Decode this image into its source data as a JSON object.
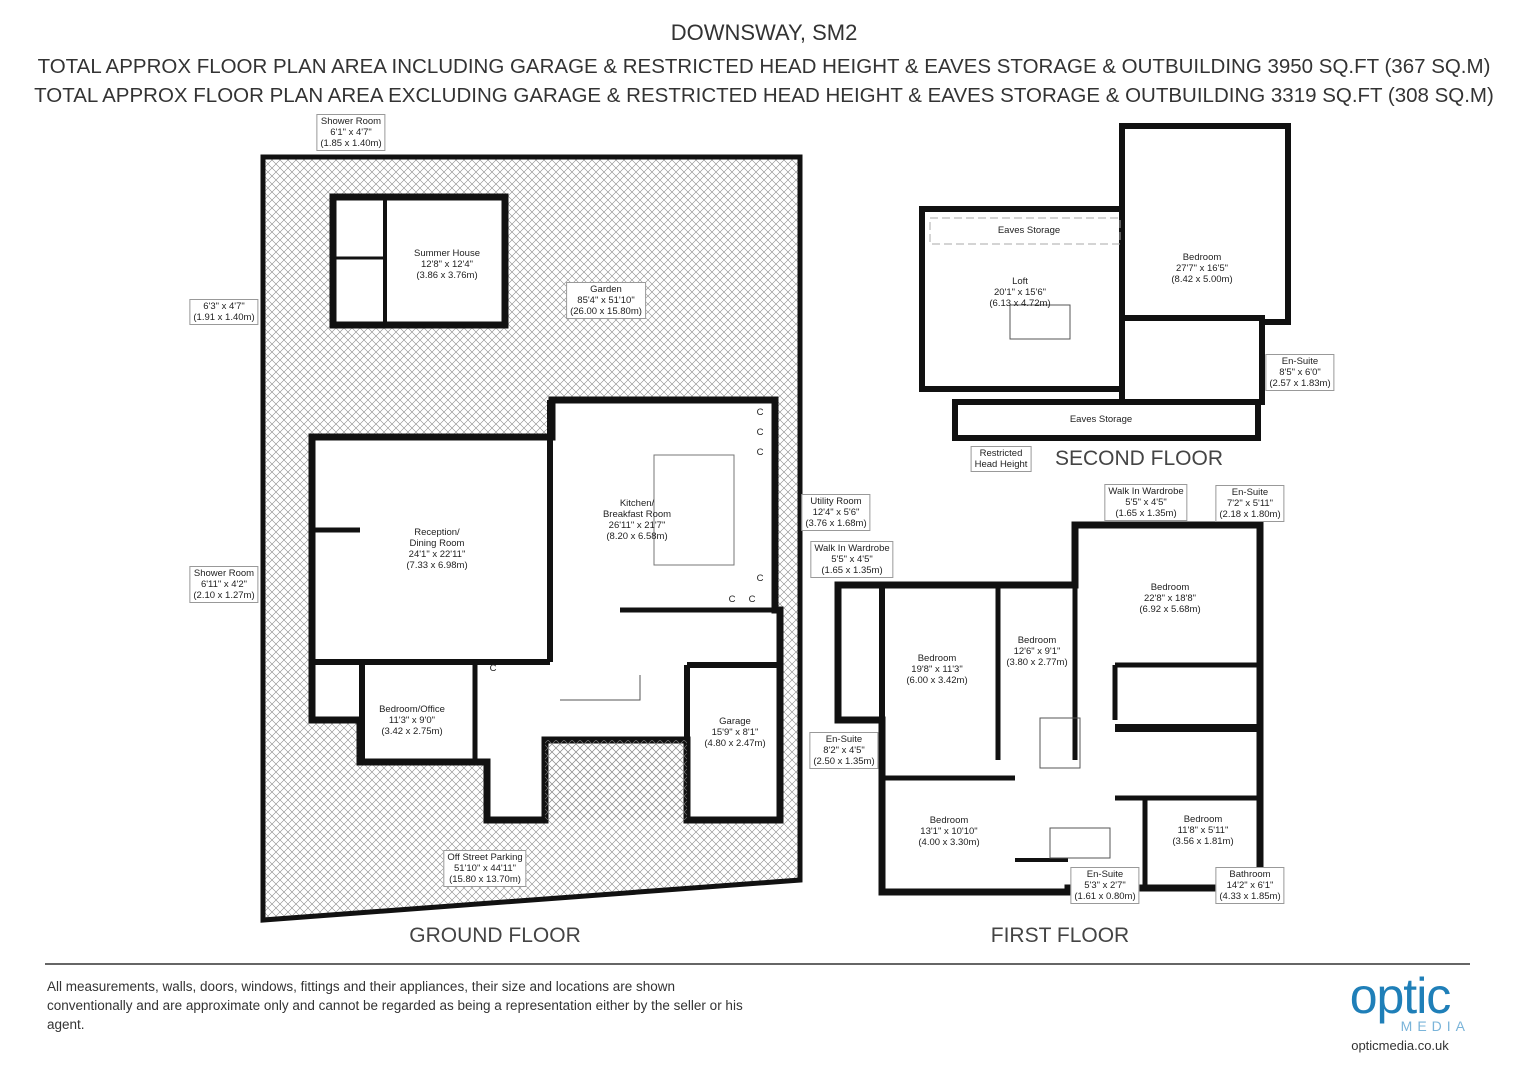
{
  "header": {
    "title": "DOWNSWAY, SM2",
    "line_including": "TOTAL APPROX FLOOR PLAN AREA INCLUDING GARAGE & RESTRICTED HEAD HEIGHT & EAVES STORAGE & OUTBUILDING 3950 SQ.FT (367 SQ.M)",
    "line_excluding": "TOTAL APPROX FLOOR PLAN AREA EXCLUDING GARAGE & RESTRICTED HEAD HEIGHT & EAVES STORAGE & OUTBUILDING 3319 SQ.FT (308 SQ.M)"
  },
  "floors": {
    "ground": "GROUND FLOOR",
    "first": "FIRST FLOOR",
    "second": "SECOND FLOOR"
  },
  "rooms": {
    "shower_room_sh": {
      "name": "Shower Room",
      "imperial": "6'1\" x 4'7\"",
      "metric": "(1.85 x 1.40m)"
    },
    "summer_house": {
      "name": "Summer House",
      "imperial": "12'8\" x 12'4\"",
      "metric": "(3.86 x 3.76m)"
    },
    "store_sh": {
      "imperial": "6'3\" x 4'7\"",
      "metric": "(1.91 x 1.40m)"
    },
    "garden": {
      "name": "Garden",
      "imperial": "85'4\" x 51'10\"",
      "metric": "(26.00 x 15.80m)"
    },
    "reception": {
      "name": "Reception/",
      "name2": "Dining Room",
      "imperial": "24'1\" x 22'11\"",
      "metric": "(7.33 x 6.98m)"
    },
    "kitchen": {
      "name": "Kitchen/",
      "name2": "Breakfast Room",
      "imperial": "26'11\" x 21'7\"",
      "metric": "(8.20 x 6.58m)"
    },
    "shower_room_gf": {
      "name": "Shower Room",
      "imperial": "6'11\" x 4'2\"",
      "metric": "(2.10 x 1.27m)"
    },
    "bedroom_office": {
      "name": "Bedroom/Office",
      "imperial": "11'3\" x 9'0\"",
      "metric": "(3.42 x 2.75m)"
    },
    "garage": {
      "name": "Garage",
      "imperial": "15'9\" x 8'1\"",
      "metric": "(4.80 x 2.47m)"
    },
    "utility": {
      "name": "Utility Room",
      "imperial": "12'4\" x 5'6\"",
      "metric": "(3.76 x 1.68m)"
    },
    "parking": {
      "name": "Off Street Parking",
      "imperial": "51'10\" x 44'11\"",
      "metric": "(15.80 x 13.70m)"
    },
    "loft": {
      "name": "Loft",
      "imperial": "20'1\" x 15'6\"",
      "metric": "(6.13 x 4.72m)"
    },
    "eaves_top": {
      "name": "Eaves Storage"
    },
    "eaves_bottom": {
      "name": "Eaves Storage"
    },
    "bedroom_2f": {
      "name": "Bedroom",
      "imperial": "27'7\" x 16'5\"",
      "metric": "(8.42 x 5.00m)"
    },
    "ensuite_2f": {
      "name": "En-Suite",
      "imperial": "8'5\" x 6'0\"",
      "metric": "(2.57 x 1.83m)"
    },
    "restricted": {
      "name": "Restricted",
      "name2": "Head Height"
    },
    "wiw_left": {
      "name": "Walk In Wardrobe",
      "imperial": "5'5\" x 4'5\"",
      "metric": "(1.65 x 1.35m)"
    },
    "wiw_right": {
      "name": "Walk In Wardrobe",
      "imperial": "5'5\" x 4'5\"",
      "metric": "(1.65 x 1.35m)"
    },
    "ensuite_top_right": {
      "name": "En-Suite",
      "imperial": "7'2\" x 5'11\"",
      "metric": "(2.18 x 1.80m)"
    },
    "bedroom_main": {
      "name": "Bedroom",
      "imperial": "22'8\" x 18'8\"",
      "metric": "(6.92 x 5.68m)"
    },
    "bedroom_19": {
      "name": "Bedroom",
      "imperial": "19'8\" x 11'3\"",
      "metric": "(6.00 x 3.42m)"
    },
    "bedroom_12": {
      "name": "Bedroom",
      "imperial": "12'6\" x 9'1\"",
      "metric": "(3.80 x 2.77m)"
    },
    "ensuite_left": {
      "name": "En-Suite",
      "imperial": "8'2\" x 4'5\"",
      "metric": "(2.50 x 1.35m)"
    },
    "bedroom_13": {
      "name": "Bedroom",
      "imperial": "13'1\" x 10'10\"",
      "metric": "(4.00 x 3.30m)"
    },
    "bedroom_11": {
      "name": "Bedroom",
      "imperial": "11'8\" x 5'11\"",
      "metric": "(3.56 x 1.81m)"
    },
    "ensuite_small": {
      "name": "En-Suite",
      "imperial": "5'3\" x 2'7\"",
      "metric": "(1.61 x 0.80m)"
    },
    "bathroom": {
      "name": "Bathroom",
      "imperial": "14'2\" x 6'1\"",
      "metric": "(4.33 x 1.85m)"
    }
  },
  "cupboard_mark": "C",
  "disclaimer": "All measurements, walls, doors, windows, fittings and their appliances, their size and locations are shown conventionally and are approximate only and cannot be regarded as being a representation either by the seller or his agent.",
  "logo": {
    "word": "optic",
    "sub": "MEDIA",
    "url": "opticmedia.co.uk",
    "color": "#1f7fb8"
  }
}
